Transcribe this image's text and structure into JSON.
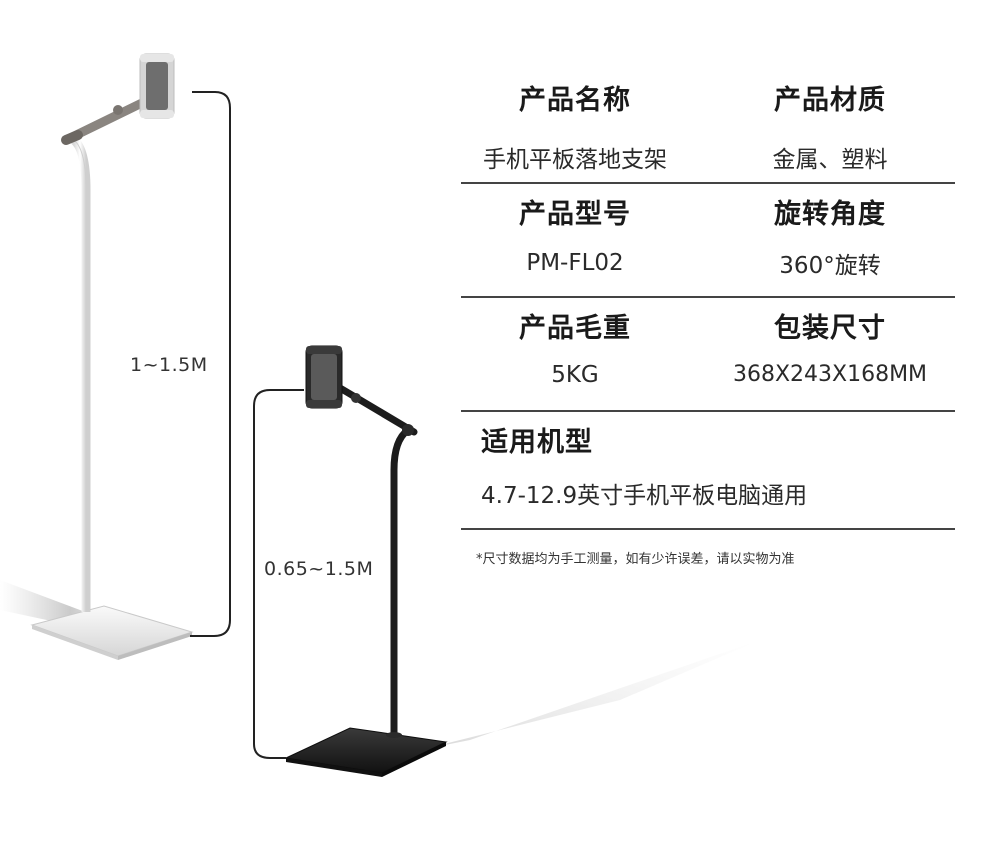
{
  "specs": [
    {
      "label": "产品名称",
      "value": "手机平板落地支架"
    },
    {
      "label": "产品材质",
      "value": "金属、塑料"
    },
    {
      "label": "产品型号",
      "value": "PM-FL02"
    },
    {
      "label": "旋转角度",
      "value": "360°旋转"
    },
    {
      "label": "产品毛重",
      "value": "5KG"
    },
    {
      "label": "包装尺寸",
      "value": "368X243X168MM"
    },
    {
      "label": "适用机型",
      "value": "4.7-12.9英寸手机平板电脑通用"
    }
  ],
  "note": "*尺寸数据均为手工测量，如有少许误差，请以实物为准",
  "dimensions": {
    "white_stand": "1~1.5M",
    "black_stand": "0.65~1.5M"
  },
  "colors": {
    "white_stand": "#f2f2f2",
    "black_stand": "#1c1c1c",
    "arm_gray": "#8a8580",
    "divider": "#444444"
  }
}
